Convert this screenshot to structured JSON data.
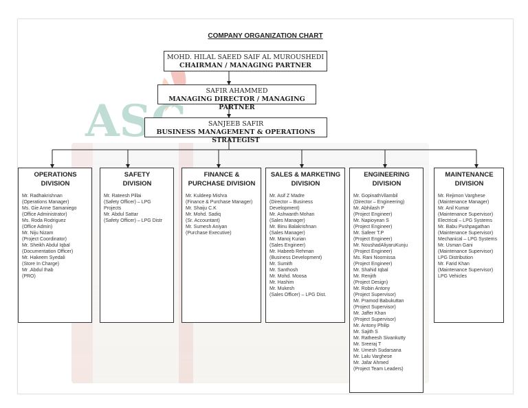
{
  "title": "COMPANY ORGANIZATION CHART",
  "watermark": {
    "logo_text": "ASC"
  },
  "executives": [
    {
      "name": "MOHD. HILAL SAEED SAIF AL MUROUSHEDI",
      "role": "CHAIRMAN / MANAGING PARTNER"
    },
    {
      "name": "SAFIR AHAMMED",
      "role": "MANAGING DIRECTOR / MANAGING PARTNER"
    },
    {
      "name": "SANJEEB SAFIR",
      "role": "BUSINESS MANAGEMENT & OPERATIONS STRATEGIST"
    }
  ],
  "divisions": [
    {
      "title": [
        "OPERATIONS",
        "DIVISION"
      ],
      "members": [
        "Mr. Radhakrishnan",
        "(Operations Manager)",
        "Ms. Gie Anne Samaniego",
        "(Office Administrator)",
        "Ms. Roda Rodriguez",
        "(Office Admin)",
        "Mr. Niju Nizam",
        "(Project Coordinator)",
        "Mr. Sheikh Abdul Iqbal",
        "(Documentation Officer)",
        "Mr. Hakeem Syedali",
        "(Store In Charge)",
        "Mr .Abdul Ihab",
        "(PRO)"
      ]
    },
    {
      "title": [
        "SAFETY",
        "DIVISION"
      ],
      "members": [
        "Mr. Rateesh Pillai",
        "(Safety Officer) – LPG",
        "Projects",
        "Mr. Abdul Sattar",
        "(Safety Officer) – LPG Distr"
      ]
    },
    {
      "title": [
        "FINANCE &",
        "PURCHASE DIVISION"
      ],
      "members": [
        "Mr. Kuldeep Mishra",
        "(Finance & Purchase Manager)",
        "Mr. Shaiju C.K",
        "Mr. Mohd. Sadiq",
        "(Sr. Accountant)",
        "Mr. Sumesh Aniyan",
        "(Purchase Executive)"
      ]
    },
    {
      "title": [
        "SALES & MARKETING",
        "DIVISION"
      ],
      "members": [
        "Mr. Asif Z Madre",
        "(Director – Business",
        "Development)",
        "Mr. Ashwanth Mohan",
        "(Sales Manager)",
        "Mr. Binu Balakrishnan",
        "(Sales Manager)",
        "Mr. Manoj Kurian",
        "(Sales Engineer)",
        "Mr. Habeeb Rehman",
        "(Business Development)",
        "Mr. Sumith",
        "Mr. Santhosh",
        "Mr. Mohd. Moosa",
        "Mr. Hashim",
        "Mr. Mukesh",
        "(Sales Officer) – LPG Dist."
      ]
    },
    {
      "title": [
        "ENGINEERING",
        "DIVISION"
      ],
      "members": [
        "Mr. GopinathVilambil",
        "(Director – Engineering)",
        "Mr. Abhilash P",
        "(Project Engineer)",
        "Mr. Napioyean S",
        "(Project Engineer)",
        "Mr. Safeer T.P",
        "(Project Engineer)",
        "Mr. NoushadAliyaruKunju",
        "(Project Engineer)",
        "Ms. Rani Noornissa",
        "(Project Engineer)",
        "Mr. Shahid Iqbal",
        "Mr. Renjith",
        "(Project Design)",
        "Mr. Robin Antony",
        "(Project Supervisor)",
        "Mr. Pramod Babukuttan",
        "(Project Supervisor)",
        "Mr. Jaffer Khan",
        "(Project Supervisor)",
        "Mr. Antony Philip",
        "Mr. Sajith S",
        "Mr. Ratheesh Sivankutty",
        "Mr. Sreeraj T",
        "Mr. Umesh Sudarsana",
        "Mr. Lalu Varghese",
        "Mr. Jafar Ahmed",
        "(Project Team Leaders)"
      ]
    },
    {
      "title": [
        "MAINTENANCE",
        "DIVISION"
      ],
      "members": [
        "Mr. Rejimon Varghese",
        "(Maintenance Manager)",
        "Mr. Anil Kumar",
        "(Maintenance Supervisor)",
        "Electrical – LPG Systems",
        "Mr. Babu Pushpagathan",
        "(Maintenance Supervisor)",
        "Mechanical – LPG Systems",
        "Mr. Usman Gani",
        "(Maintenance Supervisor)",
        "LPG Distribution",
        "Mr. Farid Khan",
        "(Maintenance Supervisor)",
        "LPG Vehicles"
      ]
    }
  ]
}
